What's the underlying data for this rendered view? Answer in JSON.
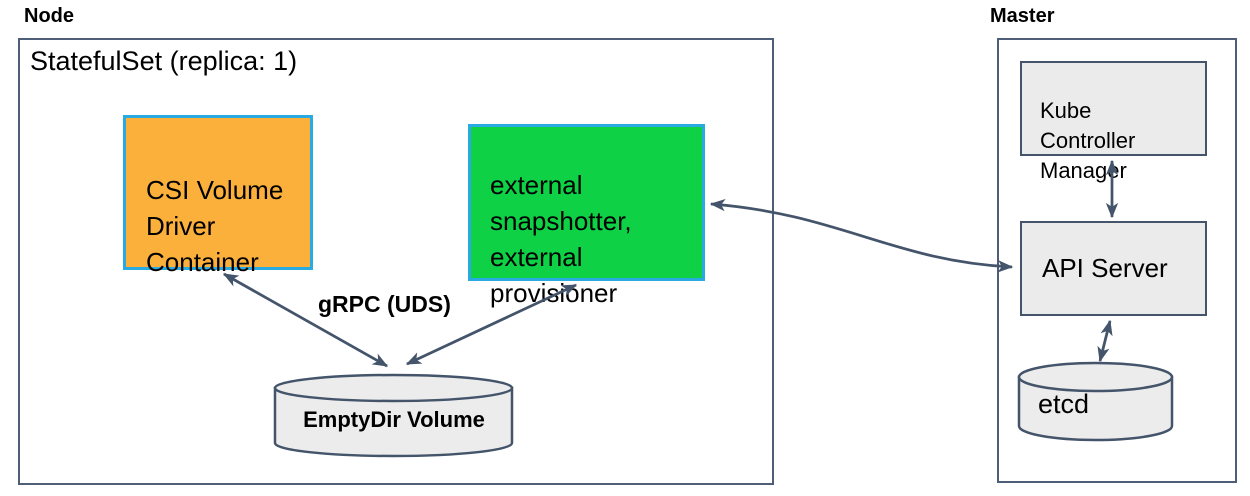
{
  "diagram": {
    "node": {
      "label": "Node",
      "statefulset_label": "StatefulSet (replica: 1)",
      "csi_box_label": "CSI Volume\nDriver\nContainer",
      "sidecar_box_label": "external\nsnapshotter,\nexternal\nprovisioner",
      "grpc_label": "gRPC (UDS)",
      "emptydir_label": "EmptyDir Volume"
    },
    "master": {
      "label": "Master",
      "kcm_label": "Kube\nController\nManager",
      "api_server_label": "API Server",
      "etcd_label": "etcd"
    },
    "colors": {
      "csi_fill": "#FBB03C",
      "sidecar_fill": "#0ED145",
      "container_border": "#29ABE2",
      "gray_fill": "#EBEBEB",
      "line_color": "#44546A",
      "text_color": "#000000"
    }
  }
}
